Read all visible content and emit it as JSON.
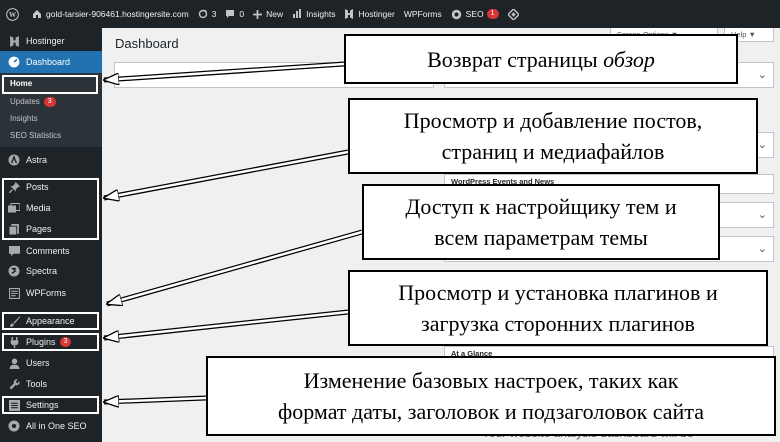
{
  "adminbar": {
    "site": "gold-tarsier-906461.hostingersite.com",
    "updates_count": "3",
    "comments_count": "0",
    "new_label": "New",
    "insights_label": "Insights",
    "hostinger_label": "Hostinger",
    "wpforms_label": "WPForms",
    "seo_label": "SEO",
    "seo_badge": "1"
  },
  "sidebar": {
    "hostinger": "Hostinger",
    "dashboard": "Dashboard",
    "submenu": {
      "home": "Home",
      "updates": "Updates",
      "updates_badge": "3",
      "insights": "Insights",
      "seo_statistics": "SEO Statistics"
    },
    "astra": "Astra",
    "posts": "Posts",
    "media": "Media",
    "pages": "Pages",
    "comments": "Comments",
    "spectra": "Spectra",
    "wpforms": "WPForms",
    "appearance": "Appearance",
    "plugins": "Plugins",
    "plugins_badge": "3",
    "users": "Users",
    "tools": "Tools",
    "settings": "Settings",
    "aioseo": "All in One SEO"
  },
  "content": {
    "title": "Dashboard",
    "screen_options": "Screen Options ▼",
    "help": "Help ▼",
    "panel_events": "WordPress Events and News",
    "panel_glance": "At a Glance",
    "bottom_text": "Your website analysis dashboard will be"
  },
  "callouts": {
    "c1_text": "Возврат страницы ",
    "c1_italic": "обзор",
    "c2_line1": "Просмотр и добавление постов,",
    "c2_line2": "страниц и медиафайлов",
    "c3_line1": "Доступ к настройщику тем и",
    "c3_line2": "всем параметрам темы",
    "c4_line1": "Просмотр и установка плагинов и",
    "c4_line2": "загрузка сторонних плагинов",
    "c5_line1": "Изменение базовых настроек, таких как",
    "c5_line2": "формат даты, заголовок и подзаголовок сайта"
  },
  "colors": {
    "admin_dark": "#1d2327",
    "wp_blue": "#2271b1",
    "badge_red": "#d63638"
  }
}
